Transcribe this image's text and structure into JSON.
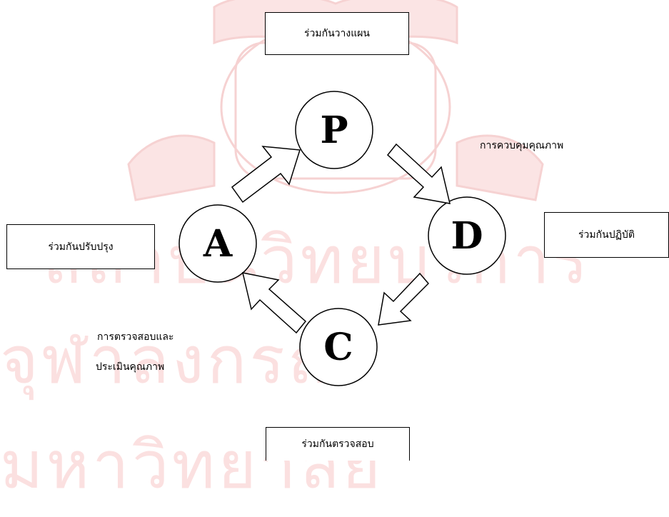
{
  "nodes": {
    "plan": {
      "letter": "P",
      "label": "ร่วมกันวางแผน"
    },
    "do": {
      "letter": "D",
      "label": "ร่วมกันปฏิบัติ"
    },
    "check": {
      "letter": "C",
      "label": "ร่วมกันตรวจสอบ"
    },
    "act": {
      "letter": "A",
      "label": "ร่วมกันปรับปรุง"
    }
  },
  "edge_labels": {
    "quality_control": "การควบคุมคุณภาพ",
    "inspection_line1": "การตรวจสอบและ",
    "inspection_line2": "ประเมินคุณภาพ"
  },
  "watermark": {
    "line1": "สถาบันวิทยบริการ",
    "line2": "จุฬาลงกรณ์มหาวิทยาลัย",
    "color": "#f4cccc"
  },
  "colors": {
    "stroke": "#000000",
    "fill": "#ffffff"
  }
}
